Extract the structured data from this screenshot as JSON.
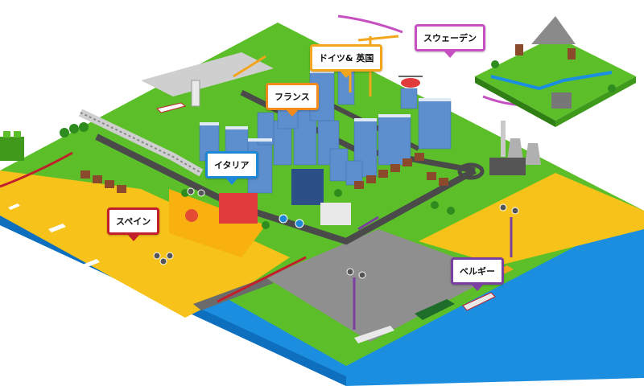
{
  "pins": [
    {
      "id": "sweden",
      "label": "スウェーデン",
      "color": "#c64fc1"
    },
    {
      "id": "germany_uk",
      "label": "ドイツ& 英国",
      "color": "#f3a51c"
    },
    {
      "id": "france",
      "label": "フランス",
      "color": "#f28b1c"
    },
    {
      "id": "italy",
      "label": "イタリア",
      "color": "#1e88d6"
    },
    {
      "id": "spain",
      "label": "スペイン",
      "color": "#c21f2c"
    },
    {
      "id": "belgium",
      "label": "ベルギー",
      "color": "#7a3fa0"
    }
  ],
  "colors": {
    "grass": "#5cbf2a",
    "grass_dark": "#3f9a1c",
    "sand": "#f7c21a",
    "sea": "#1c8ee0",
    "sea_edge": "#0f6fbf",
    "road": "#4a4a4a",
    "building": "#5d8fce",
    "building_roof": "#dfe9f6",
    "rail": "#cfcfcf"
  },
  "icons": [
    "drone-icon",
    "wind-turbine-icon",
    "crane-icon",
    "ship-icon",
    "airplane-icon",
    "helicopter-icon",
    "power-plant-icon",
    "lego-brick-icon"
  ]
}
